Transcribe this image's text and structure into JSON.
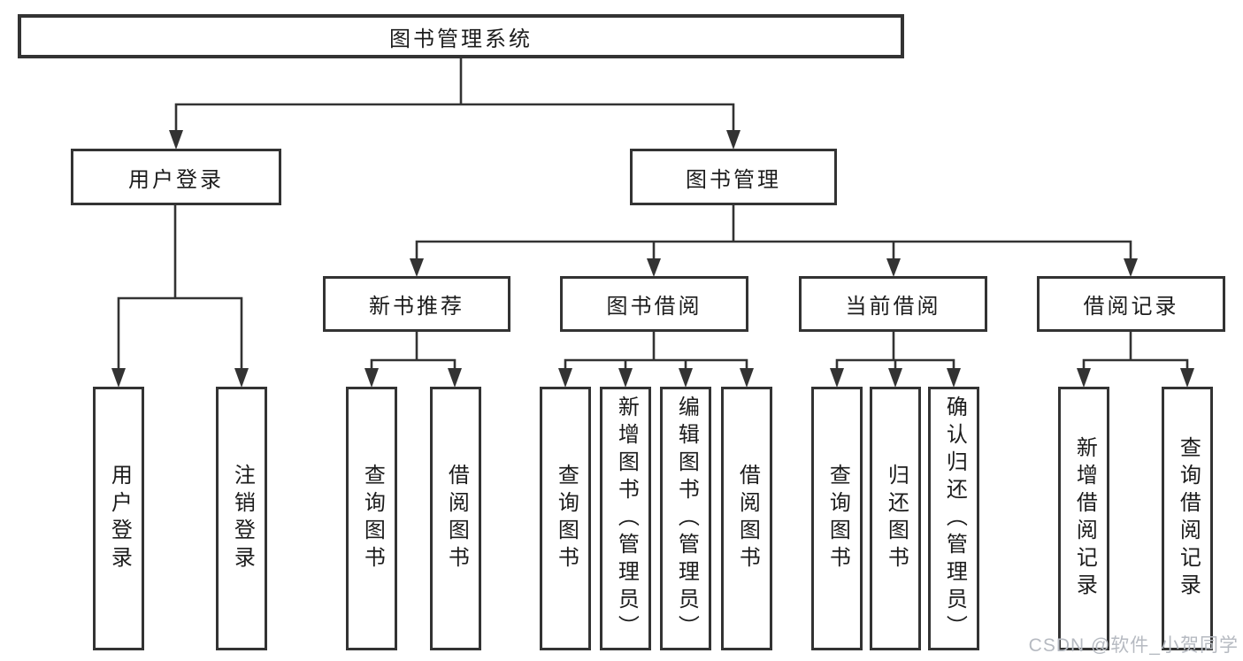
{
  "tree": {
    "root": {
      "label": "图书管理系统",
      "children": [
        {
          "label": "用户登录",
          "children": [
            {
              "label": "用户登录"
            },
            {
              "label": "注销登录"
            }
          ]
        },
        {
          "label": "图书管理",
          "children": [
            {
              "label": "新书推荐",
              "children": [
                {
                  "label": "查询图书"
                },
                {
                  "label": "借阅图书"
                }
              ]
            },
            {
              "label": "图书借阅",
              "children": [
                {
                  "label": "查询图书"
                },
                {
                  "label": "新增图书（管理员）"
                },
                {
                  "label": "编辑图书（管理员）"
                },
                {
                  "label": "借阅图书"
                }
              ]
            },
            {
              "label": "当前借阅",
              "children": [
                {
                  "label": "查询图书"
                },
                {
                  "label": "归还图书"
                },
                {
                  "label": "确认归还（管理员）"
                }
              ]
            },
            {
              "label": "借阅记录",
              "children": [
                {
                  "label": "新增借阅记录"
                },
                {
                  "label": "查询借阅记录"
                }
              ]
            }
          ]
        }
      ]
    }
  },
  "watermark": {
    "text": "CSDN @软件_小贺同学"
  },
  "colors": {
    "line": "#333333",
    "text": "#1c1c1c",
    "watermark": "#b6bac1"
  }
}
